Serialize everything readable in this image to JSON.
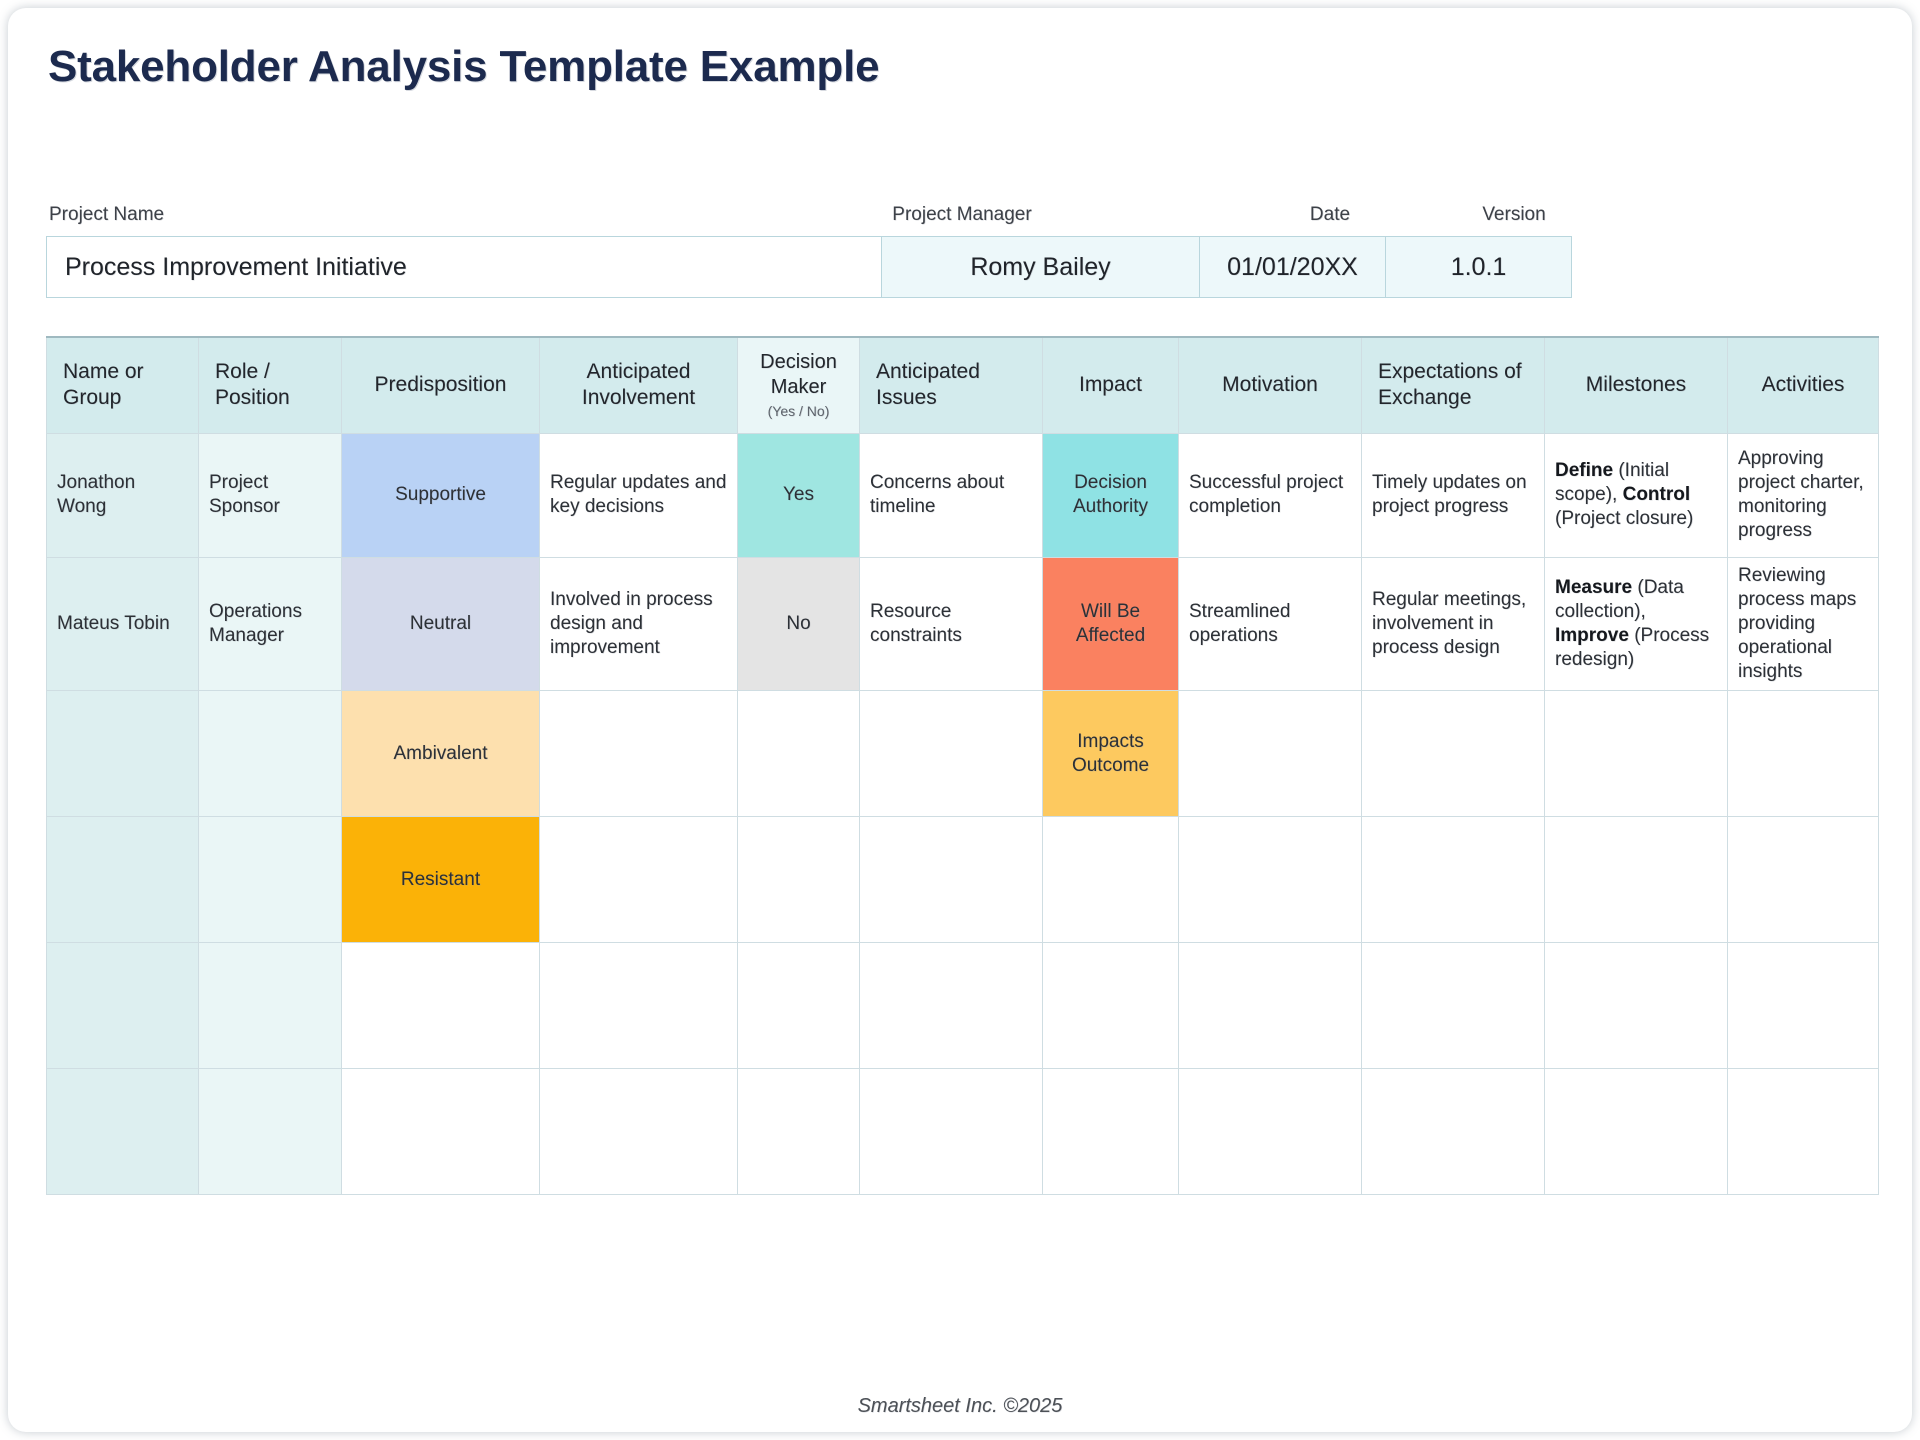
{
  "page": {
    "title": "Stakeholder Analysis Template Example",
    "footer": "Smartsheet Inc. ©2025",
    "title_color": "#1c2a4e"
  },
  "project_info": {
    "labels": {
      "project_name": "Project Name",
      "project_manager": "Project Manager",
      "date": "Date",
      "version": "Version"
    },
    "values": {
      "project_name": "Process Improvement Initiative",
      "project_manager": "Romy Bailey",
      "date": "01/01/20XX",
      "version": "1.0.1"
    }
  },
  "table": {
    "headers": [
      {
        "label": "Name or Group",
        "align": "left"
      },
      {
        "label": "Role / Position",
        "align": "left"
      },
      {
        "label": "Predisposition",
        "align": "center"
      },
      {
        "label": "Anticipated Involvement",
        "align": "center"
      },
      {
        "label": "Decision Maker",
        "sub": "(Yes / No)",
        "align": "center"
      },
      {
        "label": "Anticipated Issues",
        "align": "left"
      },
      {
        "label": "Impact",
        "align": "center"
      },
      {
        "label": "Motivation",
        "align": "center"
      },
      {
        "label": "Expectations of Exchange",
        "align": "left"
      },
      {
        "label": "Milestones",
        "align": "center"
      },
      {
        "label": "Activities",
        "align": "center"
      }
    ],
    "rows": [
      {
        "name": "Jonathon Wong",
        "role": "Project Sponsor",
        "predisposition": "Supportive",
        "anticipated_involvement": "Regular updates and key decisions",
        "decision_maker": "Yes",
        "anticipated_issues": "Concerns about timeline",
        "impact": "Decision Authority",
        "motivation": "Successful project completion",
        "expectations_of_exchange": "Timely updates on project progress",
        "milestones_bold_1": "Define",
        "milestones_rest_1": " (Initial scope), ",
        "milestones_bold_2": "Control",
        "milestones_rest_2": " (Project closure)",
        "activities": "Approving project charter, monitoring progress"
      },
      {
        "name": "Mateus Tobin",
        "role": "Operations Manager",
        "predisposition": "Neutral",
        "anticipated_involvement": "Involved in process design and improvement",
        "decision_maker": "No",
        "anticipated_issues": "Resource constraints",
        "impact": "Will Be Affected",
        "motivation": "Streamlined operations",
        "expectations_of_exchange": "Regular meetings, involvement in process design",
        "milestones_bold_1": "Measure",
        "milestones_rest_1": " (Data collection), ",
        "milestones_bold_2": "Improve",
        "milestones_rest_2": " (Process redesign)",
        "activities": "Reviewing process maps providing operational insights"
      },
      {
        "predisposition": "Ambivalent",
        "impact": "Impacts Outcome"
      },
      {
        "predisposition": "Resistant"
      },
      {},
      {}
    ]
  },
  "legend_colors": {
    "supportive": "#b9d2f5",
    "neutral": "#d4daeb",
    "ambivalent": "#fde0ae",
    "resistant": "#fbb207",
    "decision_yes": "#9fe6e1",
    "decision_no": "#e4e4e4",
    "decision_authority": "#8fe2e4",
    "will_be_affected": "#fa8160",
    "impacts_outcome": "#fdc95f",
    "header_band": "#d3ebed",
    "name_column": "#ddeff0",
    "role_column": "#eaf6f6"
  }
}
